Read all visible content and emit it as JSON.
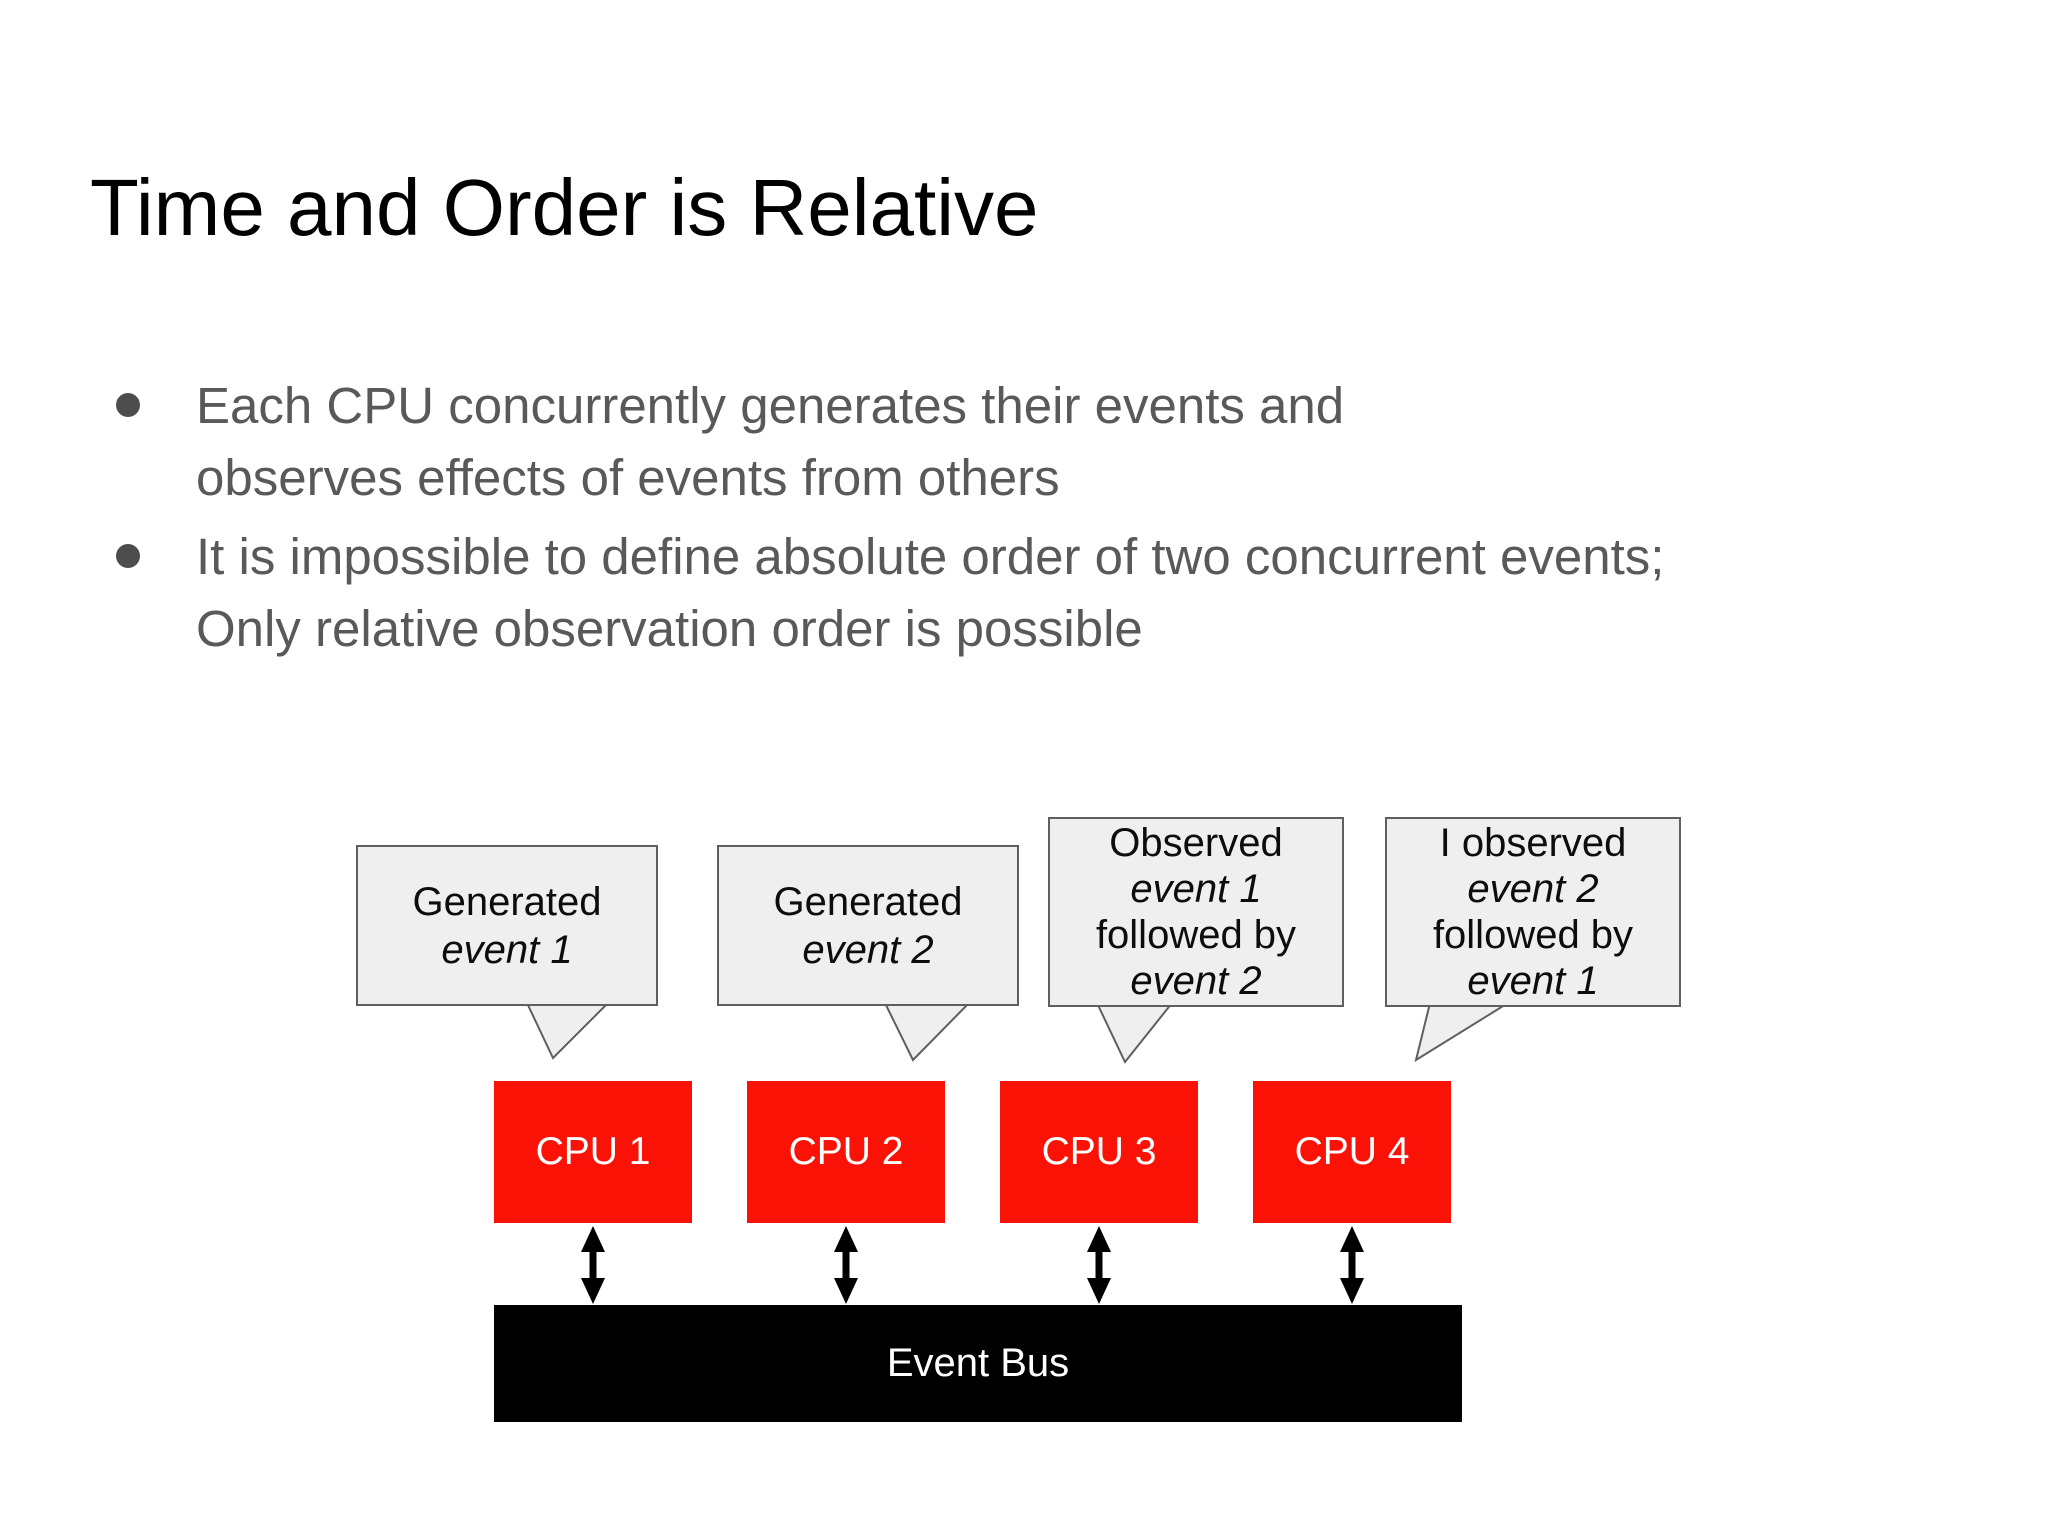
{
  "slide": {
    "title": "Time and Order is Relative",
    "bullets": [
      {
        "line1": "Each CPU concurrently generates their events and",
        "line2": "observes effects of events from others"
      },
      {
        "line1": "It is impossible to define absolute order of two concurrent events;",
        "line2": "Only relative observation order is possible"
      }
    ]
  },
  "diagram": {
    "bubbles": [
      {
        "lines": [
          "Generated",
          "event 1"
        ]
      },
      {
        "lines": [
          "Generated",
          "event 2"
        ]
      },
      {
        "lines": [
          "Observed",
          "event 1",
          "followed by",
          "event 2"
        ]
      },
      {
        "lines": [
          "I observed",
          "event 2",
          "followed by",
          "event 1"
        ]
      }
    ],
    "cpus": [
      "CPU 1",
      "CPU 2",
      "CPU 3",
      "CPU 4"
    ],
    "bus_label": "Event Bus",
    "colors": {
      "cpu_red": "#f91205",
      "bubble_fill": "#efefef",
      "bubble_border": "#5f5f5f",
      "bus_black": "#000000",
      "body_text_gray": "#595959",
      "title_black": "#000000"
    }
  }
}
